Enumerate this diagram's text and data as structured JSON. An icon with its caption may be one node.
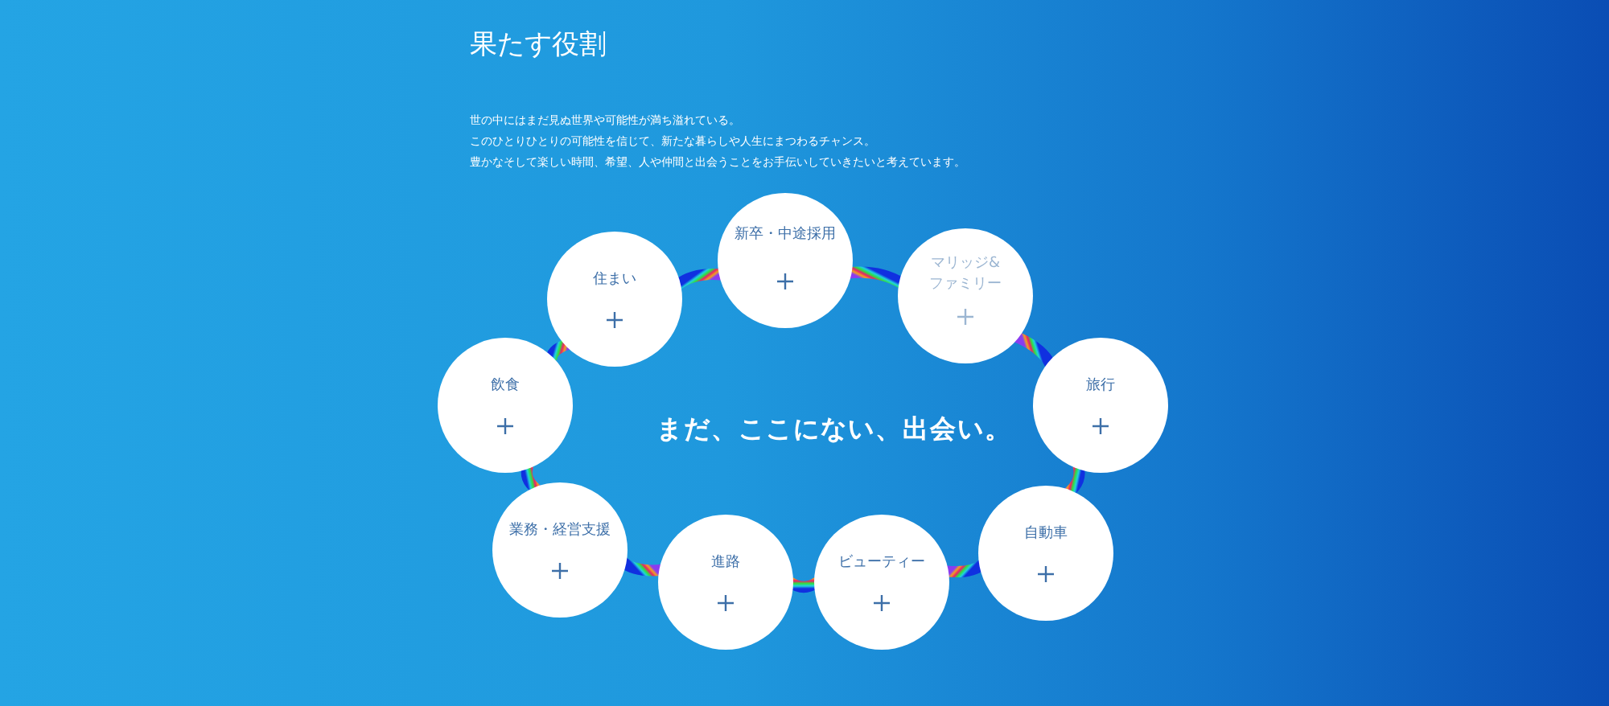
{
  "diagram": {
    "title": "果たす役割",
    "nodes": [
      {
        "text": [
          "飲食"
        ]
      },
      {
        "text": [
          "住まい"
        ]
      },
      {
        "text": [
          "新卒・中途採用"
        ]
      },
      {
        "text": [
          "マリッジ&ファミリー"
        ]
      },
      {
        "text": [
          "旅行"
        ]
      },
      {
        "text": [
          "自動車"
        ]
      },
      {
        "text": [
          "ビューティー"
        ]
      },
      {
        "text": [
          "進路"
        ]
      },
      {
        "text": [
          "業務・経営支援"
        ]
      }
    ],
    "edges": [
      {
        "from": 0,
        "to": 1,
        "arrow": "none"
      },
      {
        "from": 1,
        "to": 2,
        "arrow": "none"
      },
      {
        "from": 2,
        "to": 3,
        "arrow": "none"
      },
      {
        "from": 3,
        "to": 4,
        "arrow": "none"
      },
      {
        "from": 4,
        "to": 5,
        "arrow": "none"
      },
      {
        "from": 5,
        "to": 6,
        "arrow": "none"
      },
      {
        "from": 6,
        "to": 7,
        "arrow": "none"
      },
      {
        "from": 7,
        "to": 8,
        "arrow": "none"
      },
      {
        "from": 8,
        "to": 0,
        "arrow": "none"
      }
    ],
    "labels": [
      "世の中にはまだ見ぬ世界や可能性が満ち溢れている。",
      "このひとりひとりの可能性を信じて、新たな暮らしや人生にまつわるチャンス。",
      "豊かなそして楽しい時間、希望、人や仲間と出会うことをお手伝いしていきたいと考えています。",
      "まだ、ここにない、出会い。"
    ]
  }
}
